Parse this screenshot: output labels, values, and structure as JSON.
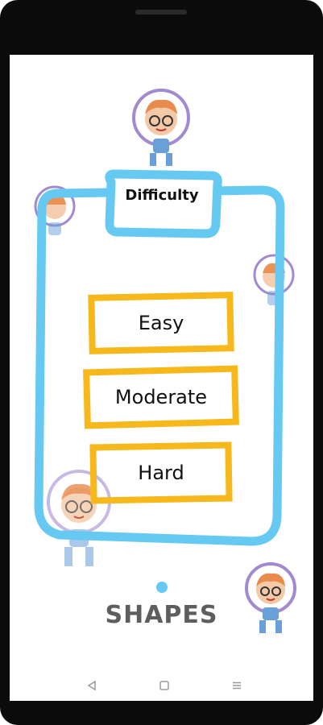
{
  "screen": {
    "header_label": "Difficulty",
    "options": [
      "Easy",
      "Moderate",
      "Hard"
    ],
    "brand": "SHAPES"
  },
  "colors": {
    "board_border": "#66c9f2",
    "option_border": "#f7b81c",
    "brand_text": "#5e5e5e",
    "accent_dot": "#66c9f2",
    "character_ring": "#a28ad0"
  },
  "navigation": {
    "back_icon": "back-triangle-icon",
    "home_icon": "home-square-icon",
    "menu_icon": "menu-lines-icon"
  }
}
